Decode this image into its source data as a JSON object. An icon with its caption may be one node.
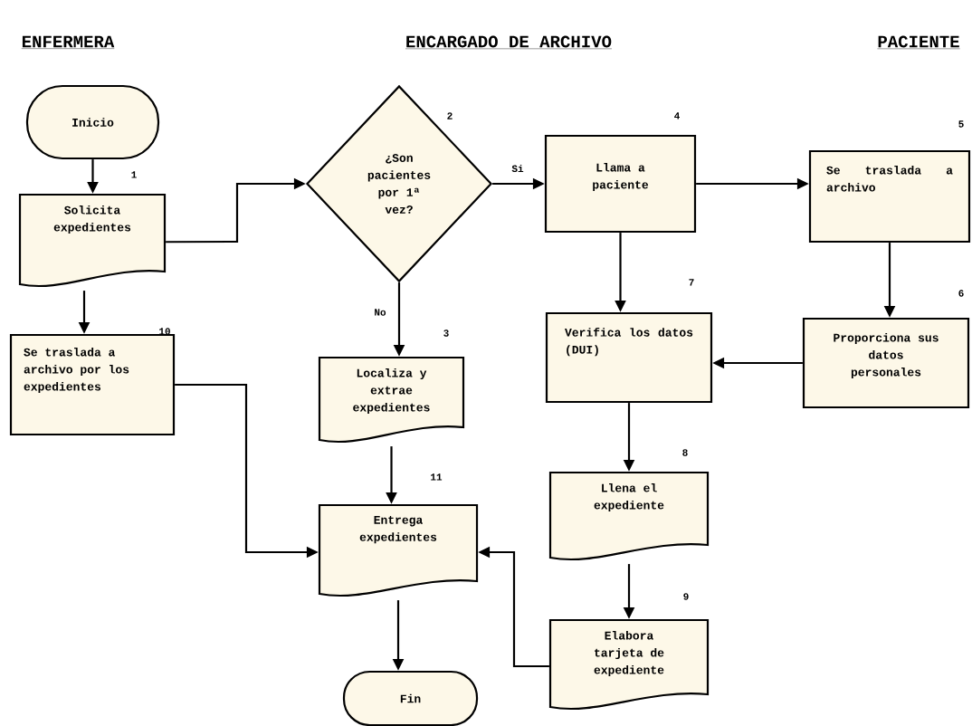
{
  "diagram": {
    "nodes": [
      {
        "text": [
          "Inicio"
        ]
      },
      {
        "text": [
          "Solicita expedientes"
        ],
        "beside": [
          "1"
        ]
      },
      {
        "text": [
          "¿Son pacientes por 1ª vez?"
        ],
        "beside": [
          "2"
        ]
      },
      {
        "text": [
          "Llama a paciente"
        ],
        "beside": [
          "4"
        ]
      },
      {
        "text": [
          "Se traslada a archivo"
        ],
        "beside": [
          "5"
        ]
      },
      {
        "text": [
          "Localiza y extrae expedientes"
        ],
        "beside": [
          "3"
        ]
      },
      {
        "text": [
          "Verifica los datos (DUI)"
        ],
        "beside": [
          "7"
        ]
      },
      {
        "text": [
          "Proporciona sus datos personales"
        ],
        "beside": [
          "6"
        ]
      },
      {
        "text": [
          "Se traslada a archivo por los expedientes"
        ],
        "beside": [
          "10"
        ]
      },
      {
        "text": [
          "Entrega expedientes"
        ],
        "beside": [
          "11"
        ]
      },
      {
        "text": [
          "Llena el expediente"
        ],
        "beside": [
          "8"
        ]
      },
      {
        "text": [
          "Elabora tarjeta de expediente"
        ],
        "beside": [
          "9"
        ]
      },
      {
        "text": [
          "Fin"
        ]
      }
    ],
    "edges": [
      {
        "from": 0,
        "to": 1,
        "arrow": "to"
      },
      {
        "from": 1,
        "to": 2,
        "arrow": "to"
      },
      {
        "from": 1,
        "to": 8,
        "arrow": "to"
      },
      {
        "from": 2,
        "to": 3,
        "arrow": "to",
        "label": "Si"
      },
      {
        "from": 2,
        "to": 5,
        "arrow": "to",
        "label": "No"
      },
      {
        "from": 3,
        "to": 4,
        "arrow": "to"
      },
      {
        "from": 3,
        "to": 6,
        "arrow": "to"
      },
      {
        "from": 4,
        "to": 7,
        "arrow": "to"
      },
      {
        "from": 7,
        "to": 6,
        "arrow": "to"
      },
      {
        "from": 6,
        "to": 10,
        "arrow": "to"
      },
      {
        "from": 10,
        "to": 11,
        "arrow": "to"
      },
      {
        "from": 5,
        "to": 9,
        "arrow": "to"
      },
      {
        "from": 8,
        "to": 9,
        "arrow": "to"
      },
      {
        "from": 11,
        "to": 9,
        "arrow": "to"
      },
      {
        "from": 9,
        "to": 12,
        "arrow": "to"
      }
    ],
    "labels": [
      "ENFERMERA",
      "ENCARGADO DE ARCHIVO",
      "PACIENTE"
    ]
  }
}
